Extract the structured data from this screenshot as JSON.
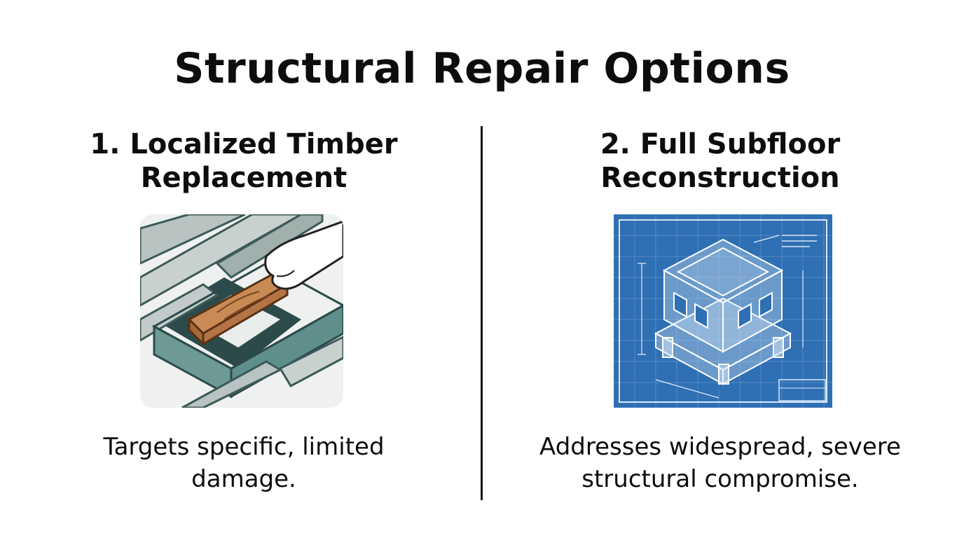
{
  "title": "Structural Repair Options",
  "options": [
    {
      "heading_line1": "1. Localized Timber",
      "heading_line2": "Replacement",
      "desc_line1": "Targets specific, limited",
      "desc_line2": "damage.",
      "illustration": "timber-plank-replacement-illustration"
    },
    {
      "heading_line1": "2. Full Subfloor",
      "heading_line2": "Reconstruction",
      "desc_line1": "Addresses widespread, severe",
      "desc_line2": "structural compromise.",
      "illustration": "blueprint-structure-illustration"
    }
  ],
  "colors": {
    "text": "#0d0d0d",
    "blueprint": "#2f6fb3",
    "timber_gray": "#c7cfcd",
    "timber_teal": "#5f8f8a",
    "new_plank": "#c98a55"
  }
}
